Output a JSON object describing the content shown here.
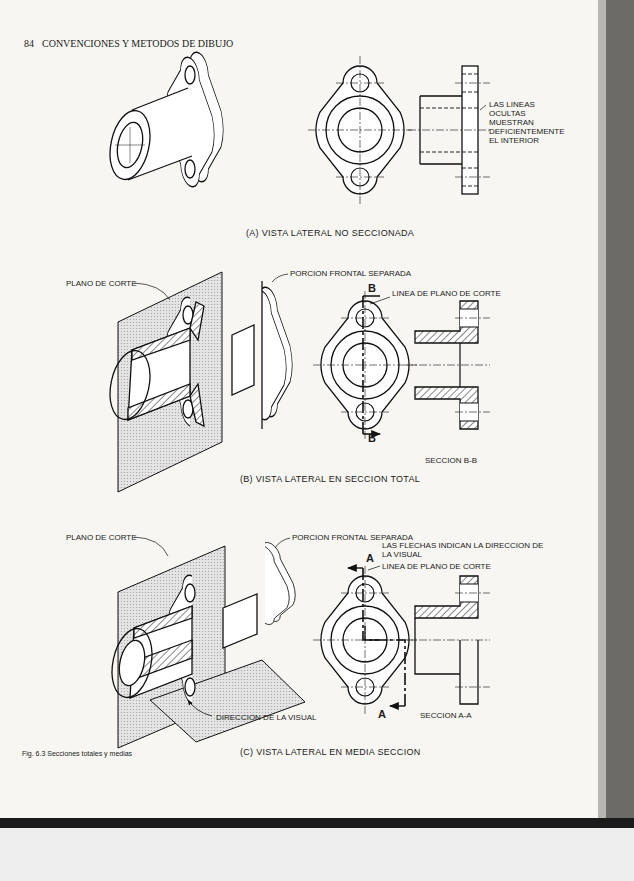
{
  "diagram": {
    "caption": "Fig. 6.3 Secciones totales y medias",
    "labels": [
      "84",
      "CONVENCIONES Y METODOS DE DIBUJO",
      "LAS LINEAS OCULTAS MUESTRAN DEFICIENTEMENTE EL INTERIOR",
      "(A) VISTA LATERAL NO SECCIONADA",
      "PLANO DE CORTE",
      "PORCION FRONTAL SEPARADA",
      "B",
      "LINEA DE PLANO DE CORTE",
      "B",
      "SECCION B-B",
      "(B) VISTA LATERAL EN SECCION TOTAL",
      "PLANO DE CORTE",
      "PORCION FRONTAL SEPARADA",
      "LAS FLECHAS INDICAN LA DIRECCION DE LA VISUAL",
      "A",
      "LINEA DE PLANO DE CORTE",
      "DIRECCION DE LA VISUAL",
      "A",
      "SECCION A-A",
      "(C) VISTA LATERAL EN MEDIA SECCION"
    ]
  }
}
